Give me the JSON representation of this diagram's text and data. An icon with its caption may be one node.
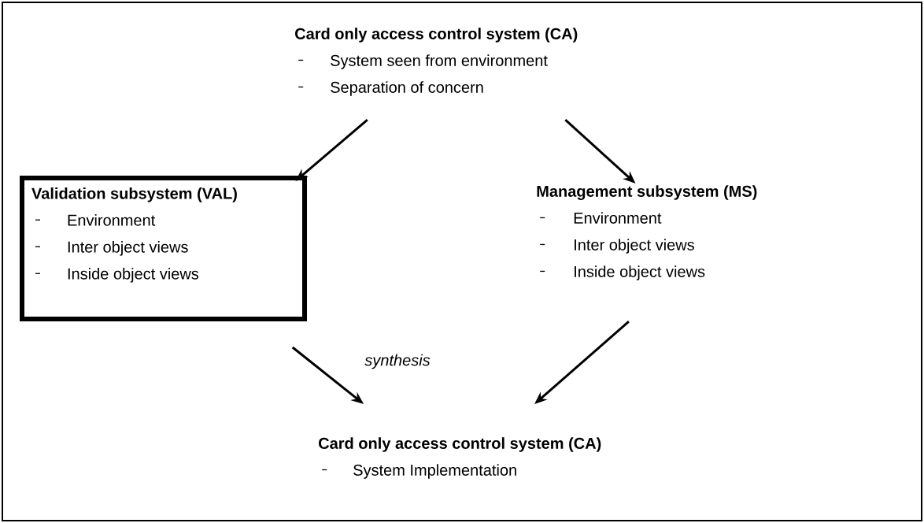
{
  "diagram": {
    "nodes": [
      {
        "text": [
          "**Card only access control system (CA)**",
          "System seen from environment",
          "Separation of concern"
        ]
      },
      {
        "text": [
          "**Validation subsystem (VAL)**",
          "Environment",
          "Inter object views",
          "Inside object views"
        ]
      },
      {
        "text": [
          "**Management subsystem (MS)**",
          "Environment",
          "Inter object views",
          "Inside object views"
        ]
      },
      {
        "text": [
          "**Card only access control system (CA)**",
          "System Implementation"
        ]
      }
    ],
    "edges": [
      {
        "from": 0,
        "to": 1,
        "arrow": "to"
      },
      {
        "from": 0,
        "to": 2,
        "arrow": "to"
      },
      {
        "from": 1,
        "to": 3,
        "arrow": "to"
      },
      {
        "from": 2,
        "to": 3,
        "arrow": "to"
      }
    ],
    "labels": [
      "*synthesis*"
    ]
  }
}
